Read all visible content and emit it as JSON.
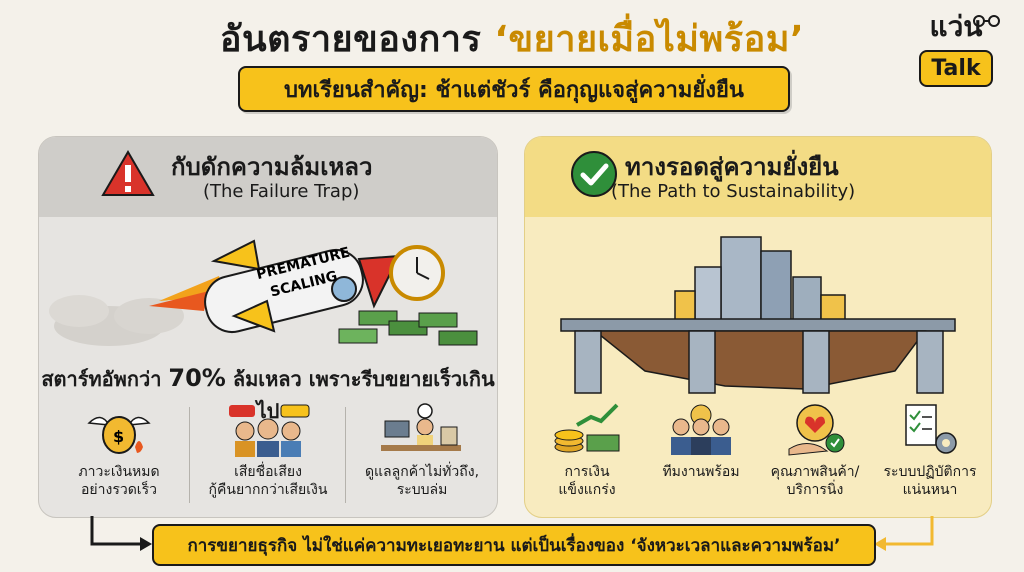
{
  "header": {
    "title_main": "อันตรายของการ",
    "title_accent": "‘ขยายเมื่อไม่พร้อม’",
    "subtitle": "บทเรียนสำคัญ: ช้าแต่ชัวร์ คือกุญแจสู่ความยั่งยืน"
  },
  "logo": {
    "brand": "แว่น",
    "tag": "Talk"
  },
  "left_panel": {
    "title": "กับดักความล้มเหลว",
    "subtitle": "(The Failure Trap)",
    "rocket_label_1": "PREMATURE",
    "rocket_label_2": "SCALING",
    "stat_prefix": "สตาร์ทอัพกว่า",
    "stat_value": "70%",
    "stat_suffix": "ล้มเหลว เพราะรีบขยายเร็วเกินไป",
    "items": [
      {
        "line1": "ภาวะเงินหมด",
        "line2": "อย่างรวดเร็ว",
        "icon": "money-bag-wings-icon"
      },
      {
        "line1": "เสียชื่อเสียง",
        "line2": "กู้คืนยากกว่าเสียเงิน",
        "icon": "angry-customers-icon"
      },
      {
        "line1": "ดูแลลูกค้าไม่ทั่วถึง,",
        "line2": "ระบบล่ม",
        "icon": "stressed-desk-icon"
      }
    ]
  },
  "right_panel": {
    "title": "ทางรอดสู่ความยั่งยืน",
    "subtitle": "(The Path to Sustainability)",
    "items": [
      {
        "line1": "การเงิน",
        "line2": "แข็งแกร่ง",
        "icon": "coins-growth-icon"
      },
      {
        "line1": "ทีมงานพร้อม",
        "line2": "",
        "icon": "team-icon"
      },
      {
        "line1": "คุณภาพสินค้า/",
        "line2": "บริการนิ่ง",
        "icon": "quality-heart-icon"
      },
      {
        "line1": "ระบบปฏิบัติการ",
        "line2": "แน่นหนา",
        "icon": "checklist-gear-icon"
      }
    ]
  },
  "footer": {
    "message": "การขยายธุรกิจ ไม่ใช่แค่ความทะเยอทะยาน แต่เป็นเรื่องของ ‘จังหวะเวลาและความพร้อม’"
  },
  "colors": {
    "accent": "#f7c21b",
    "danger": "#d9332a",
    "success": "#2f8f3a",
    "left_bg": "#e6e4e1",
    "right_bg": "#f8ebbf"
  }
}
